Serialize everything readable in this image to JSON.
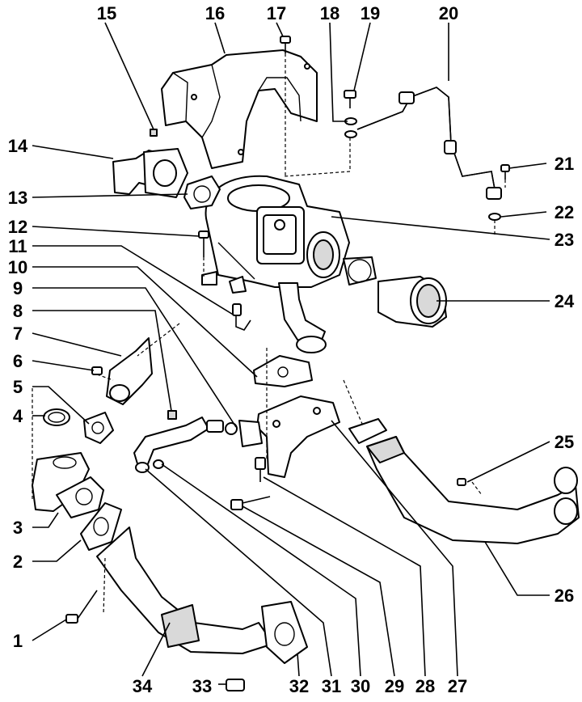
{
  "diagram": {
    "labels": [
      {
        "id": "1",
        "text": "1"
      },
      {
        "id": "2",
        "text": "2"
      },
      {
        "id": "3",
        "text": "3"
      },
      {
        "id": "4",
        "text": "4"
      },
      {
        "id": "5",
        "text": "5"
      },
      {
        "id": "6",
        "text": "6"
      },
      {
        "id": "7",
        "text": "7"
      },
      {
        "id": "8",
        "text": "8"
      },
      {
        "id": "9",
        "text": "9"
      },
      {
        "id": "10",
        "text": "10"
      },
      {
        "id": "11",
        "text": "11"
      },
      {
        "id": "12",
        "text": "12"
      },
      {
        "id": "13",
        "text": "13"
      },
      {
        "id": "14",
        "text": "14"
      },
      {
        "id": "15",
        "text": "15"
      },
      {
        "id": "16",
        "text": "16"
      },
      {
        "id": "17",
        "text": "17"
      },
      {
        "id": "18",
        "text": "18"
      },
      {
        "id": "19",
        "text": "19"
      },
      {
        "id": "20",
        "text": "20"
      },
      {
        "id": "21",
        "text": "21"
      },
      {
        "id": "22",
        "text": "22"
      },
      {
        "id": "23",
        "text": "23"
      },
      {
        "id": "24",
        "text": "24"
      },
      {
        "id": "25",
        "text": "25"
      },
      {
        "id": "26",
        "text": "26"
      },
      {
        "id": "27",
        "text": "27"
      },
      {
        "id": "28",
        "text": "28"
      },
      {
        "id": "29",
        "text": "29"
      },
      {
        "id": "30",
        "text": "30"
      },
      {
        "id": "31",
        "text": "31"
      },
      {
        "id": "32",
        "text": "32"
      },
      {
        "id": "33",
        "text": "33"
      },
      {
        "id": "34",
        "text": "34"
      }
    ]
  }
}
